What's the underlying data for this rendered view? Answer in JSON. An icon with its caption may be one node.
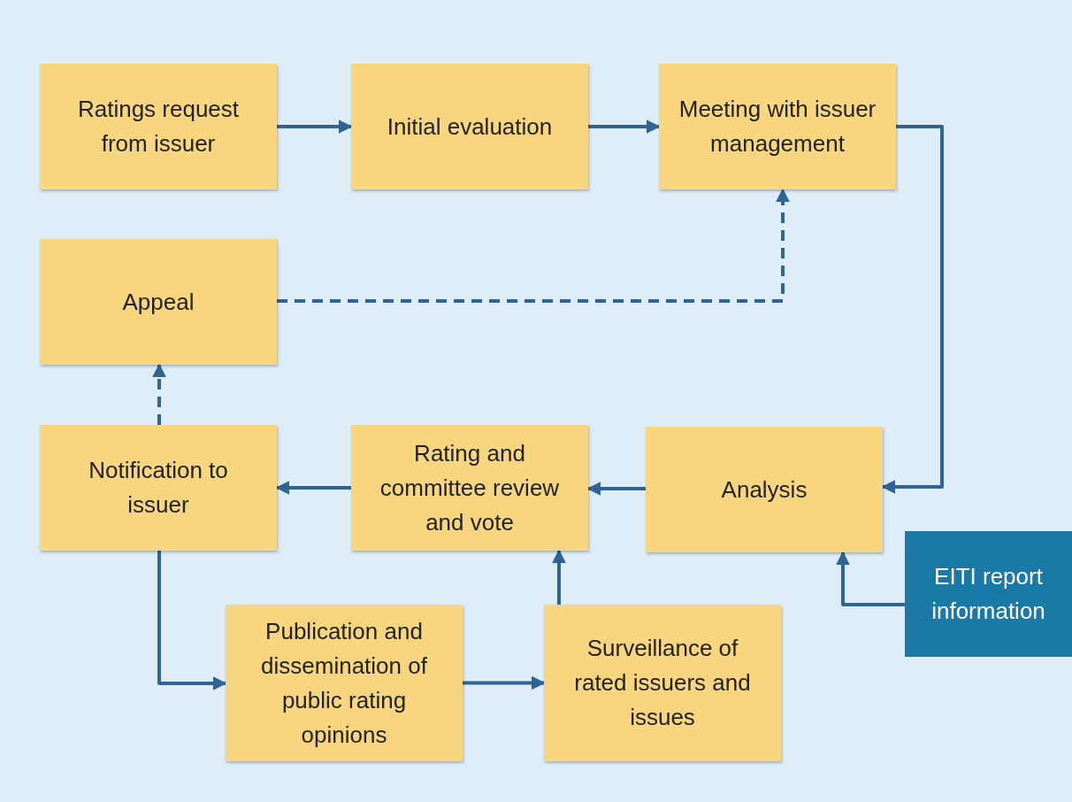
{
  "diagram": {
    "nodes": [
      {
        "text": [
          "Ratings request from issuer"
        ]
      },
      {
        "text": [
          "Initial evaluation"
        ]
      },
      {
        "text": [
          "Meeting with issuer management"
        ]
      },
      {
        "text": [
          "Appeal"
        ]
      },
      {
        "text": [
          "Notification to issuer"
        ]
      },
      {
        "text": [
          "Rating and committee review and vote"
        ]
      },
      {
        "text": [
          "Analysis"
        ]
      },
      {
        "text": [
          "Publication and dissemination of public rating opinions"
        ]
      },
      {
        "text": [
          "Surveillance of rated issuers and issues"
        ]
      },
      {
        "text": [
          "EITI report information"
        ]
      }
    ],
    "edges": [
      {
        "from": 0,
        "to": 1,
        "arrow": "to"
      },
      {
        "from": 1,
        "to": 2,
        "arrow": "to"
      },
      {
        "from": 2,
        "to": 6,
        "arrow": "to"
      },
      {
        "from": 6,
        "to": 5,
        "arrow": "to"
      },
      {
        "from": 5,
        "to": 4,
        "arrow": "to"
      },
      {
        "from": 4,
        "to": 3,
        "arrow": "to",
        "style": "dashed"
      },
      {
        "from": 3,
        "to": 2,
        "arrow": "to",
        "style": "dashed"
      },
      {
        "from": 4,
        "to": 7,
        "arrow": "to"
      },
      {
        "from": 7,
        "to": 8,
        "arrow": "to"
      },
      {
        "from": 8,
        "to": 5,
        "arrow": "to"
      },
      {
        "from": 9,
        "to": 6,
        "arrow": "to"
      }
    ]
  }
}
